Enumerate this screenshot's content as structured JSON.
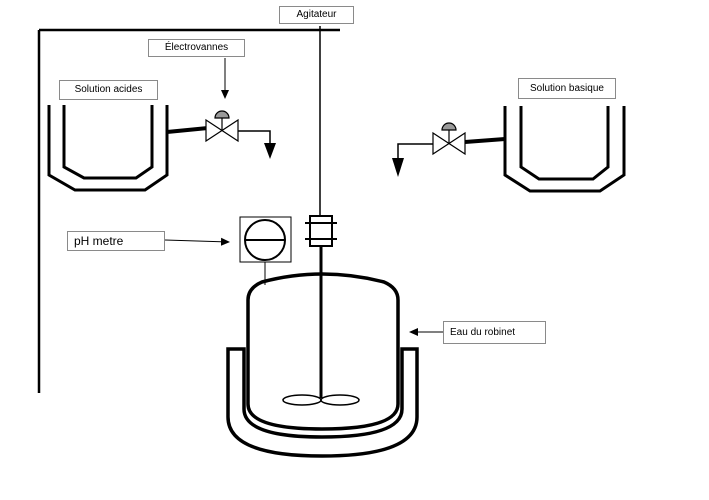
{
  "labels": {
    "agitateur": "Agitateur",
    "electrovannes": "Électrovannes",
    "solution_acides": "Solution acides",
    "solution_basique": "Solution basique",
    "ph_metre": "pH metre",
    "eau_du_robinet": "Eau du robinet"
  },
  "colors": {
    "stroke": "#000000",
    "label_border": "#8a8a8a",
    "valve_handle": "#9a9a9a"
  }
}
